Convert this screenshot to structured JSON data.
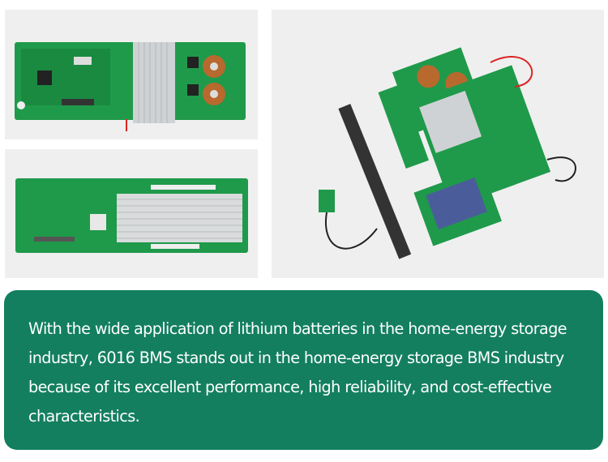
{
  "images": [
    {
      "name": "bms-board-top-view"
    },
    {
      "name": "bms-board-bottom-view"
    },
    {
      "name": "bms-kit-components"
    }
  ],
  "description": {
    "text": "With the wide application of lithium batteries in the home-energy storage industry, 6016 BMS stands out in the home-energy storage BMS industry because of its excellent performance, high reliability, and cost-effective characteristics."
  },
  "colors": {
    "accent": "#137f5e",
    "panel": "#efefef",
    "pcb": "#1f9a4a"
  }
}
